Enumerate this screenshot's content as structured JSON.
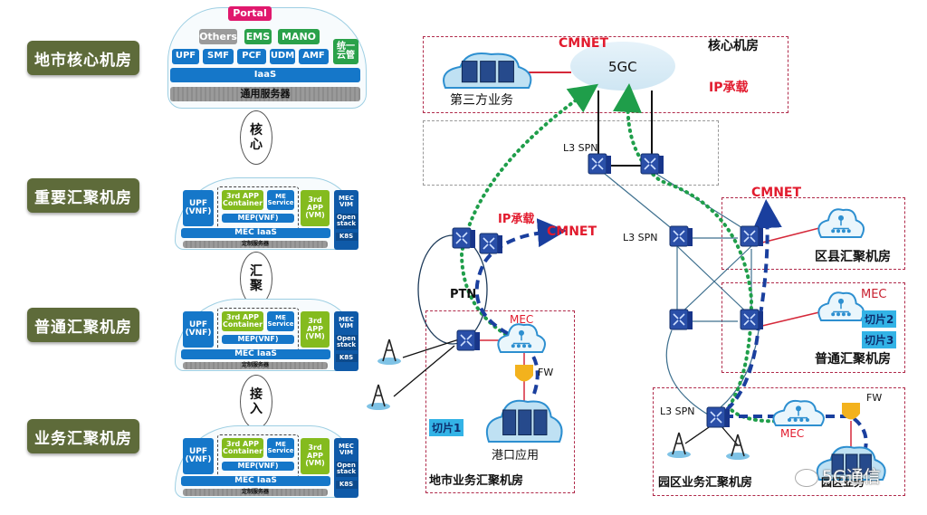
{
  "left_panel": {
    "tiers": [
      {
        "label": "地市核心机房"
      },
      {
        "label": "重要汇聚机房"
      },
      {
        "label": "普通汇聚机房"
      },
      {
        "label": "业务汇聚机房"
      }
    ],
    "core_stack": {
      "portal": "Portal",
      "others": "Others",
      "ems": "EMS",
      "mano": "MANO",
      "unified_cloud": "统一云管",
      "nfs": [
        "UPF",
        "SMF",
        "PCF",
        "UDM",
        "AMF"
      ],
      "iaas": "IaaS",
      "server": "通用服务器"
    },
    "connectors": [
      "核心",
      "汇聚",
      "接入"
    ],
    "mec_stack": {
      "upf": "UPF (VNF)",
      "app_container": "3rd APP (Container)",
      "me_service": "ME Service",
      "mep": "MEP(VNF)",
      "app_vm": "3rd APP (VM)",
      "mec_iaas": "MEC IaaS",
      "server": "定制服务器",
      "mec_vim": "MEC VIM",
      "openstack": "Open stack",
      "k8s": "K8S"
    }
  },
  "network": {
    "core_room": {
      "title": "核心机房",
      "cmnet": "CMNET",
      "ip_bearer": "IP承载",
      "core": "5GC",
      "third_party": "第三方业务"
    },
    "l3_spn_labels": [
      "L3 SPN",
      "L3 SPN",
      "L3 SPN"
    ],
    "left_branch": {
      "ip_bearer": "IP承载",
      "cmnet": "CMNET",
      "ptn": "PTN",
      "mec": "MEC",
      "fw": "FW",
      "slice": "切片1",
      "app": "港口应用",
      "room": "地市业务汇聚机房"
    },
    "right_branch": {
      "cmnet": "CMNET",
      "district_room": "区县汇聚机房",
      "mec": "MEC",
      "slices": [
        "切片2",
        "切片3"
      ],
      "normal_room": "普通汇聚机房"
    },
    "park": {
      "fw": "FW",
      "mec": "MEC",
      "room": "园区业务汇聚机房",
      "app": "园区业务"
    }
  },
  "watermark": "5G通信",
  "colors": {
    "tier_label": "#5e6b3a",
    "nf_blue": "#1577c9",
    "green": "#2aa14a",
    "lime": "#84bb1e",
    "portal": "#e0186d",
    "cmnet_red": "#e21b2e",
    "zone_border": "#b02a4a",
    "path_green": "#1f9e4a",
    "path_blue": "#1a3f9e"
  }
}
